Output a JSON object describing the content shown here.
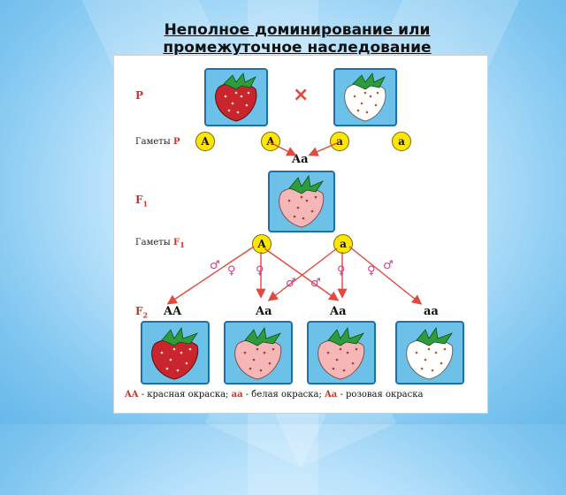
{
  "title": {
    "line1": "Неполное доминирование или",
    "line2": "промежуточное наследование"
  },
  "labels": {
    "p": "P",
    "cross": "×",
    "gametes_p_text": "Гаметы",
    "gametes_p_gen": "P",
    "f1_main": "F",
    "f1_sub": "1",
    "gametes_f1_text": "Гаметы",
    "gametes_f1_gen_main": "F",
    "gametes_f1_gen_sub": "1",
    "f2_main": "F",
    "f2_sub": "2"
  },
  "gametes_p": [
    "A",
    "A",
    "a",
    "a"
  ],
  "gametes_f1": [
    "A",
    "a"
  ],
  "genotype_f1": "Aa",
  "sex_symbols": {
    "male": "♂",
    "female": "♀"
  },
  "f2_genotypes": [
    "AA",
    "Aa",
    "Aa",
    "aa"
  ],
  "legend": {
    "g1": "AA",
    "t1": " - красная окраска; ",
    "g2": "aa",
    "t2": " - белая окраска; ",
    "g3": "Aa",
    "t3": " - розовая окраска"
  },
  "colors": {
    "red_strawberry": "#c8262c",
    "pink_strawberry": "#f4b6b6",
    "white_strawberry": "#ffffff",
    "leaf": "#2e9b3c",
    "box": "#6cc1e8",
    "gamete": "#ffe600",
    "arrow": "#e2483b"
  }
}
